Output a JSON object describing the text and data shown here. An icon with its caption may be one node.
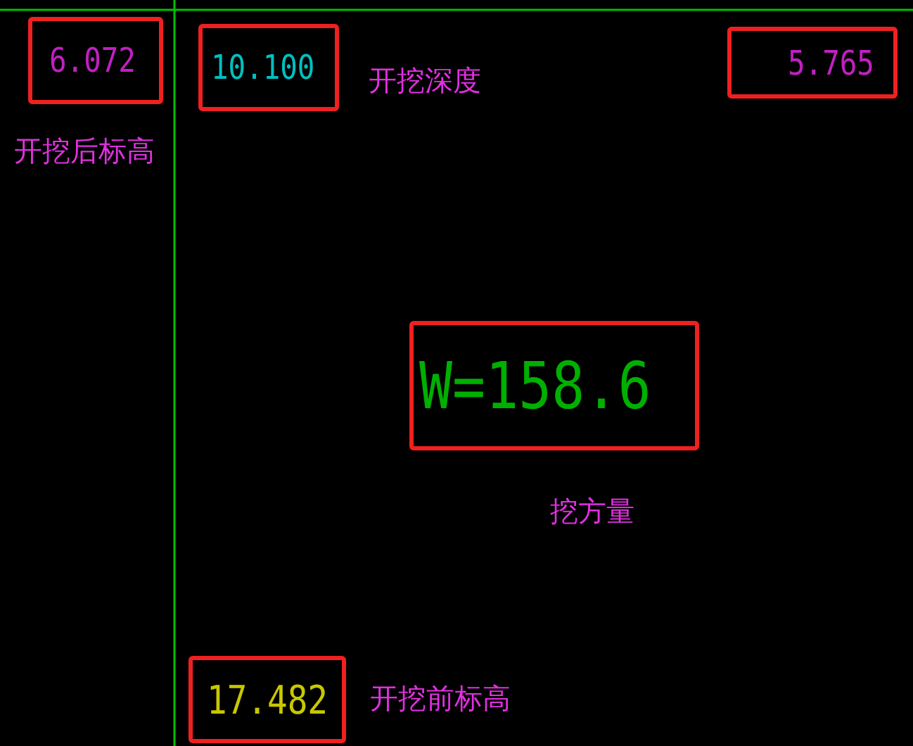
{
  "diagram": {
    "nodes": [
      {
        "text": [
          "6.072"
        ],
        "beside": [
          "开挖后标高"
        ]
      },
      {
        "text": [
          "10.100"
        ],
        "beside": [
          "开挖深度"
        ]
      },
      {
        "text": [
          "5.765"
        ]
      },
      {
        "text": [
          "W=158.6"
        ],
        "beside": [
          "挖方量"
        ]
      },
      {
        "text": [
          "17.482"
        ],
        "beside": [
          "开挖前标高"
        ]
      }
    ]
  }
}
